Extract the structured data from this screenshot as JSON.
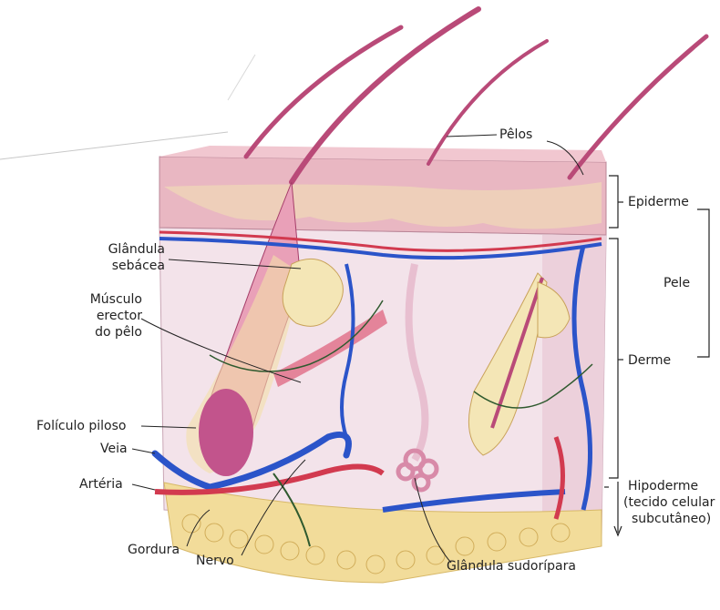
{
  "labels": {
    "pelos": "Pêlos",
    "epiderme": "Epiderme",
    "pele": "Pele",
    "derme": "Derme",
    "hipoderme_l1": "Hipoderme",
    "hipoderme_l2": "(tecido celular",
    "hipoderme_l3": "subcutâneo)",
    "glandula_sebacea_l1": "Glândula",
    "glandula_sebacea_l2": "sebácea",
    "musculo_l1": "Músculo",
    "musculo_l2": "erector",
    "musculo_l3": "do pêlo",
    "foliculo": "Folículo piloso",
    "veia": "Veia",
    "arteria": "Artéria",
    "gordura": "Gordura",
    "nervo": "Nervo",
    "glandula_sudoripara": "Glândula sudorípara"
  },
  "colors": {
    "epidermis": "#e9b7c2",
    "dermis": "#f3e3ea",
    "hair": "#b94a78",
    "vein": "#2b54c9",
    "artery": "#d23a4f",
    "fat": "#f2dc9a",
    "nerve": "#2f5a2f"
  }
}
